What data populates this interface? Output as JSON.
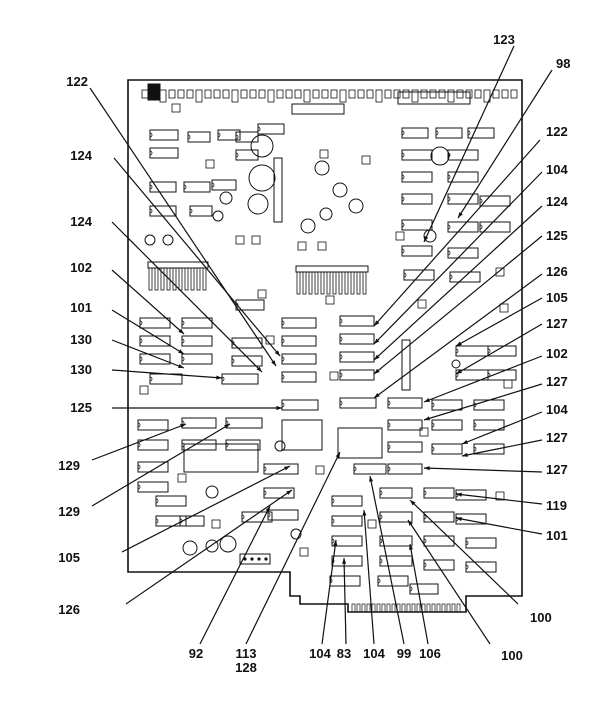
{
  "diagram": {
    "style": {
      "ink": "#111111",
      "paper": "#ffffff"
    },
    "callouts_left": [
      "122",
      "124",
      "124",
      "102",
      "101",
      "130",
      "130",
      "125",
      "129",
      "129",
      "105",
      "126"
    ],
    "callouts_right": [
      "123",
      "98",
      "122",
      "104",
      "124",
      "125",
      "126",
      "105",
      "127",
      "102",
      "127",
      "104",
      "127",
      "127",
      "119",
      "101",
      "100"
    ],
    "callouts_bottom": [
      "92",
      "113",
      "128",
      "104",
      "83",
      "104",
      "99",
      "106",
      "100"
    ]
  }
}
